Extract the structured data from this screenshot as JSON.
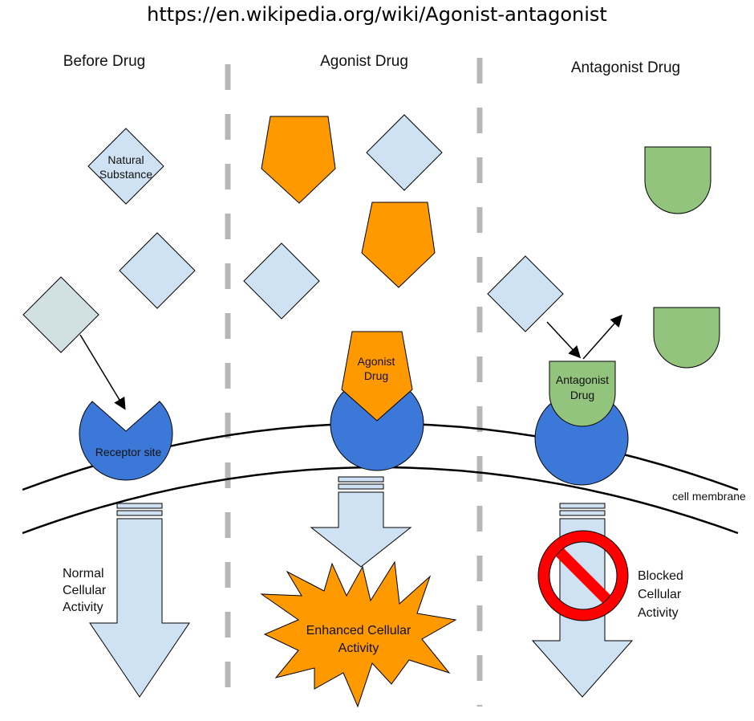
{
  "source_url": "https://en.wikipedia.org/wiki/Agonist-antagonist",
  "columns": {
    "before": "Before Drug",
    "agonist": "Agonist Drug",
    "antagonist": "Antagonist Drug"
  },
  "labels": {
    "natural_substance_line1": "Natural",
    "natural_substance_line2": "Substance",
    "receptor_site": "Receptor site",
    "agonist_drug_line1": "Agonist",
    "agonist_drug_line2": "Drug",
    "antagonist_drug_line1": "Antagonist",
    "antagonist_drug_line2": "Drug",
    "cell_membrane": "cell membrane",
    "normal_line1": "Normal",
    "normal_line2": "Cellular",
    "normal_line3": "Activity",
    "enhanced_line1": "Enhanced Cellular",
    "enhanced_line2": "Activity",
    "blocked_line1": "Blocked",
    "blocked_line2": "Cellular",
    "blocked_line3": "Activity"
  },
  "colors": {
    "natural_substance": "#cfe2f3",
    "natural_substance_bound": "#d0e0e3",
    "agonist": "#ff9900",
    "antagonist": "#93c47d",
    "receptor": "#3c78d8",
    "activity_arrow": "#cfe2f3",
    "divider": "#b7b7b7",
    "prohibition": "#ff0000"
  },
  "icons": {
    "blocked": "prohibition-icon"
  }
}
